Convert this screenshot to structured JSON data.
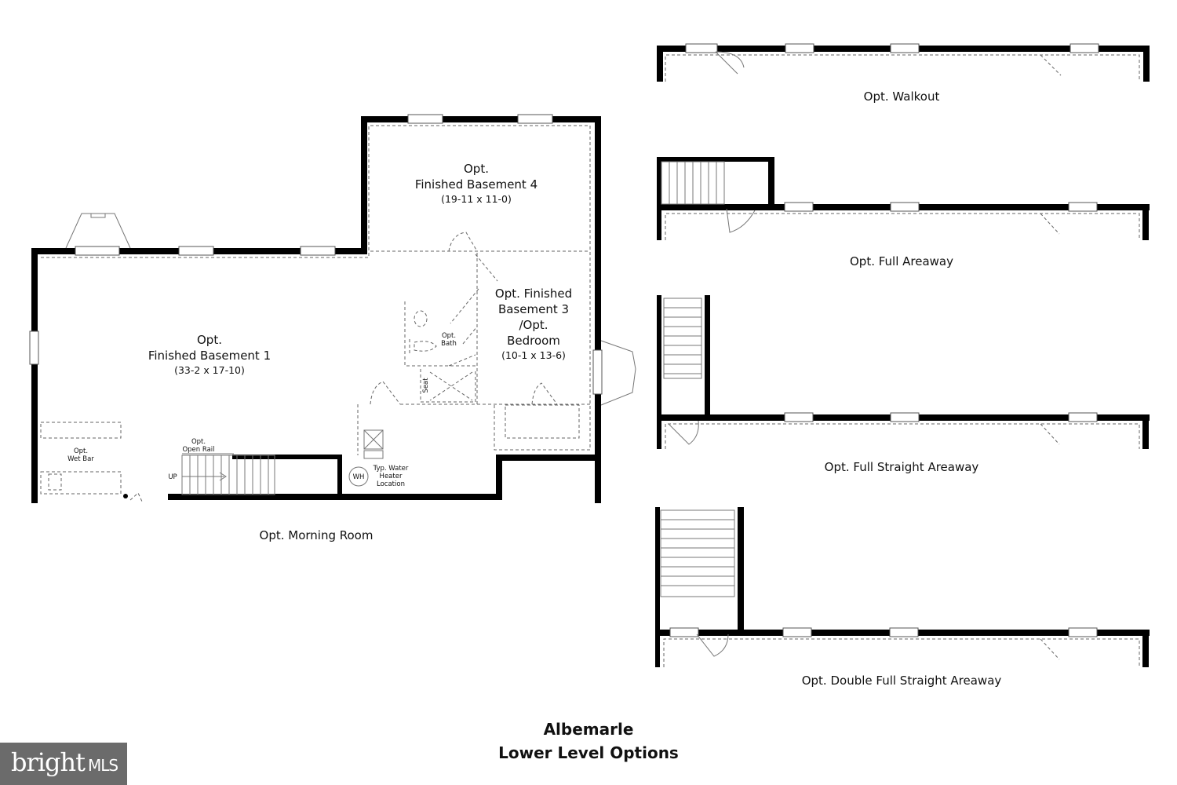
{
  "rooms": {
    "basement4": {
      "line1": "Opt.",
      "line2": "Finished Basement 4",
      "dims": "(19-11 x 11-0)"
    },
    "basement3": {
      "line1": "Opt. Finished",
      "line2": "Basement 3",
      "line3": "/Opt.",
      "line4": "Bedroom",
      "dims": "(10-1 x 13-6)"
    },
    "basement1": {
      "line1": "Opt.",
      "line2": "Finished Basement 1",
      "dims": "(33-2 x 17-10)"
    }
  },
  "small_labels": {
    "bath_1": "Opt.",
    "bath_2": "Bath",
    "seat": "Seat",
    "wetbar_1": "Opt.",
    "wetbar_2": "Wet Bar",
    "rail_1": "Opt.",
    "rail_2": "Open Rail",
    "up": "UP",
    "wh": "WH",
    "water_1": "Typ. Water",
    "water_2": "Heater",
    "water_3": "Location"
  },
  "captions": {
    "morning_room": "Opt. Morning Room",
    "walkout": "Opt. Walkout",
    "full_areaway": "Opt. Full Areaway",
    "full_straight": "Opt. Full Straight Areaway",
    "double_full_straight": "Opt. Double Full Straight Areaway"
  },
  "title": {
    "line1": "Albemarle",
    "line2": "Lower Level Options"
  },
  "logo": {
    "text": "bright",
    "suffix": "MLS"
  }
}
